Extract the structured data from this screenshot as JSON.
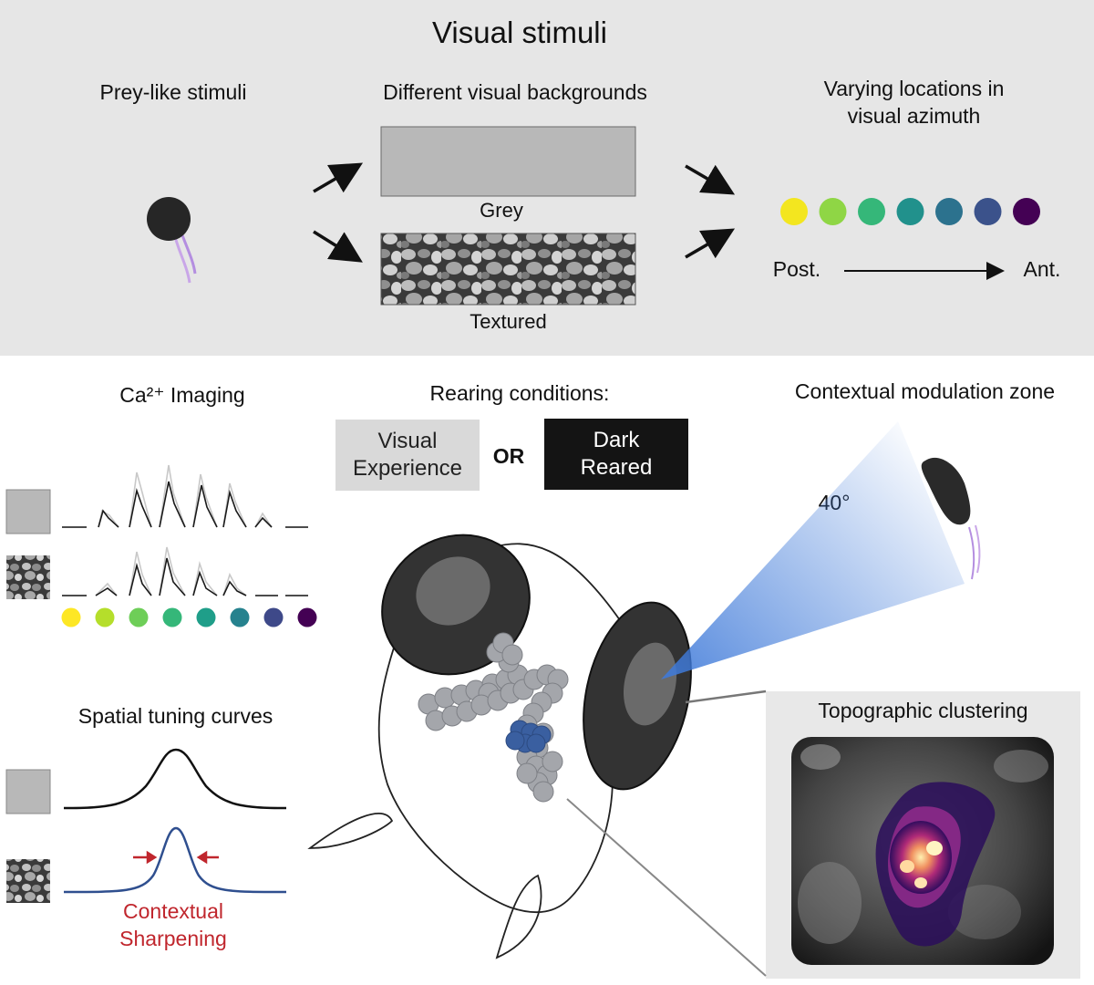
{
  "top": {
    "title": "Visual stimuli",
    "col_prey": "Prey-like stimuli",
    "col_backgrounds": "Different visual backgrounds",
    "col_locations_line1": "Varying locations in",
    "col_locations_line2": "visual azimuth",
    "bg_grey": "Grey",
    "bg_textured": "Textured",
    "axis_start": "Post.",
    "axis_end": "Ant.",
    "location_dots": [
      "#f3e61f",
      "#8fd645",
      "#35b779",
      "#21918c",
      "#2c728e",
      "#3b528b",
      "#440154"
    ]
  },
  "imaging": {
    "heading": "Ca²⁺ Imaging",
    "dot_colors": [
      "#fde725",
      "#b5de2b",
      "#6ece58",
      "#35b779",
      "#1f9e89",
      "#26828e",
      "#3e4989",
      "#440154"
    ]
  },
  "rearing": {
    "heading": "Rearing conditions:",
    "option1_line1": "Visual",
    "option1_line2": "Experience",
    "or": "OR",
    "option2_line1": "Dark",
    "option2_line2": "Reared"
  },
  "zone": {
    "heading": "Contextual modulation zone",
    "angle": "40°"
  },
  "tuning": {
    "heading": "Spatial tuning curves",
    "sharpening_line1": "Contextual",
    "sharpening_line2": "Sharpening"
  },
  "cluster": {
    "heading": "Topographic clustering"
  },
  "colors": {
    "panel_bg": "#e6e6e6",
    "grey_bg": "#b8b8b8",
    "highlight_blue": "#3a5fa0",
    "sharpen_red": "#c0262d",
    "cone_blue": "#3f7ad9"
  }
}
